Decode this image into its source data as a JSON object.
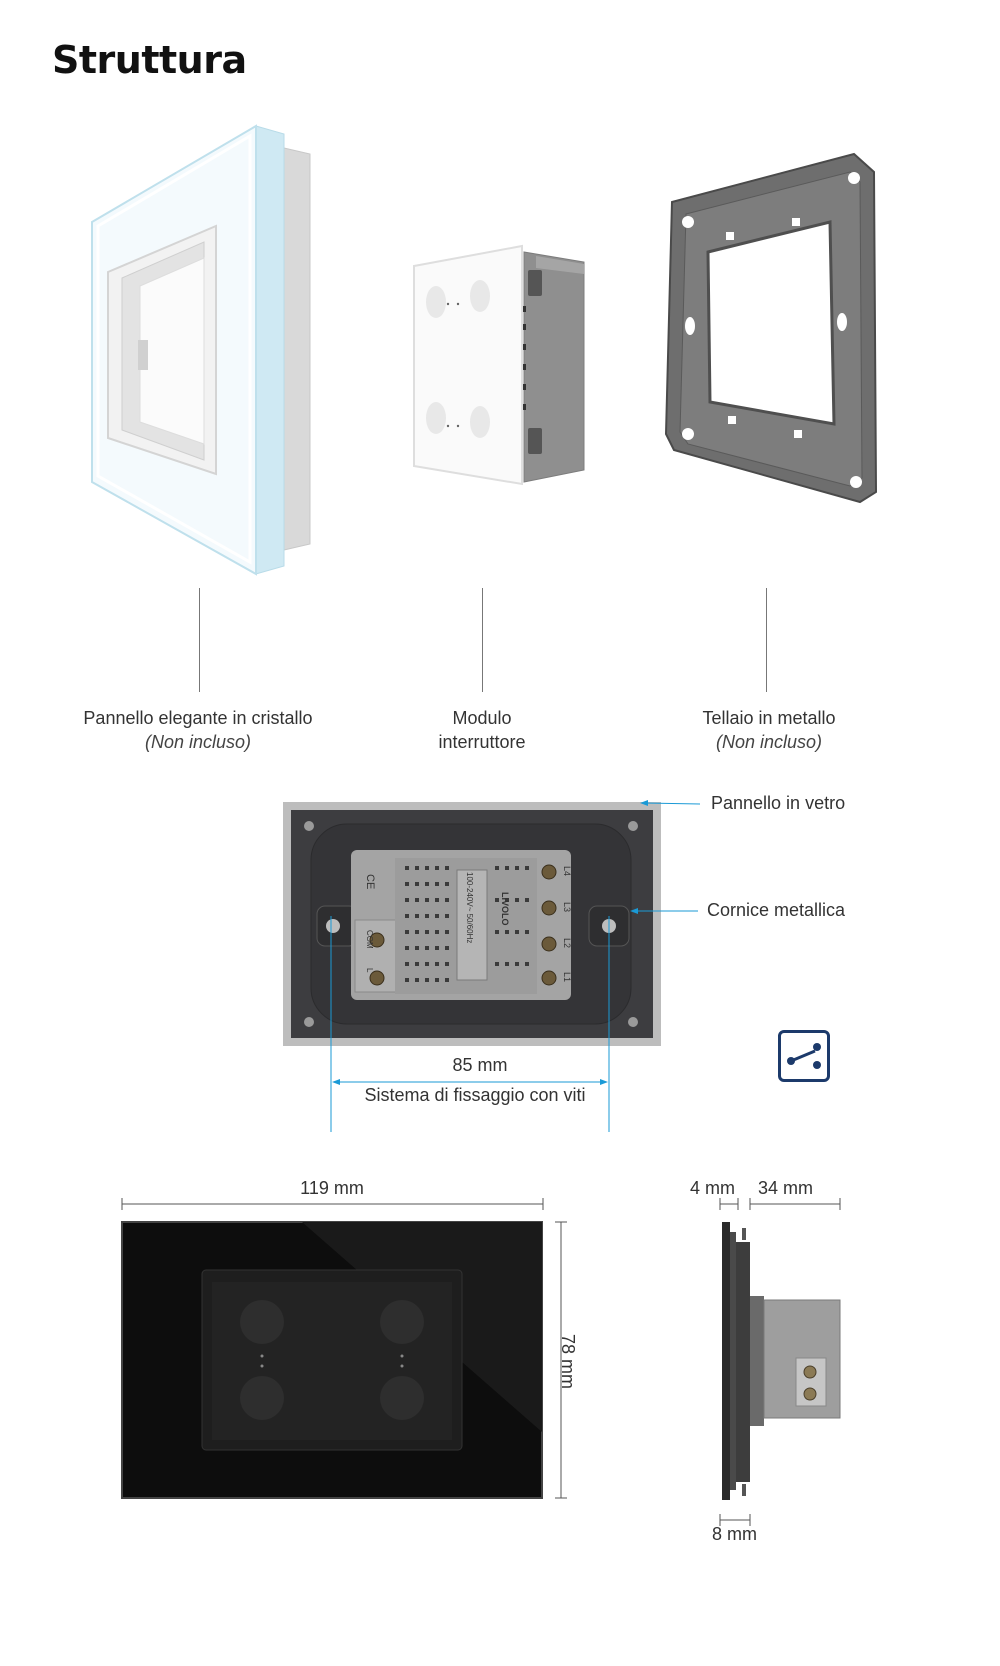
{
  "title": "Struttura",
  "components": [
    {
      "name": "Pannello elegante in cristallo",
      "note": "(Non incluso)"
    },
    {
      "name_line1": "Modulo",
      "name_line2": "interruttore"
    },
    {
      "name": "Tellaio in metallo",
      "note": "(Non incluso)"
    }
  ],
  "callouts": {
    "glass_panel": "Pannello in vetro",
    "metal_frame": "Cornice metallica"
  },
  "screw_system": {
    "distance": "85 mm",
    "label": "Sistema di fissaggio con viti"
  },
  "module_labels": {
    "ce": "CE",
    "voltage": "100-240V~ 50/60Hz",
    "brand": "LIVOLO",
    "terminal_com": "COM",
    "terminal_l": "L",
    "terminals": [
      "L4",
      "L3",
      "L2",
      "L1"
    ]
  },
  "dimensions": {
    "width": "119 mm",
    "height": "78 mm",
    "glass_thickness": "4 mm",
    "depth": "34 mm",
    "frame_thickness": "8 mm"
  },
  "colors": {
    "accent": "#1a9ad6",
    "icon_navy": "#1c3a6b",
    "panel_black": "#0d0d0d",
    "module_grey": "#9a9a9a"
  },
  "icons": [
    "switch-icon"
  ]
}
